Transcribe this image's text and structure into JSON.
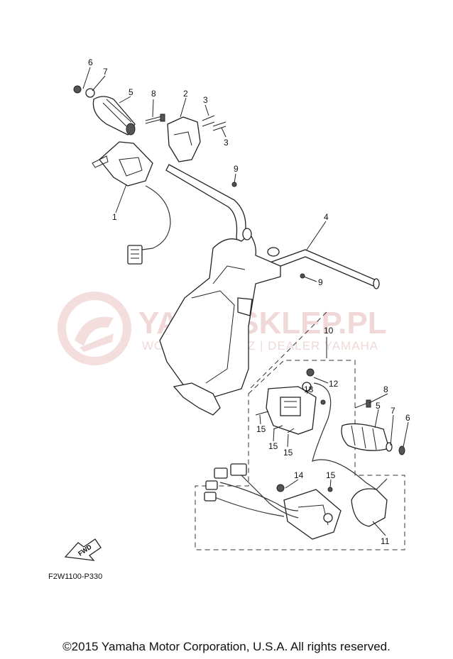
{
  "watermark": {
    "brand": "YAMA-SKLEP.PL",
    "dealer": "WOJCIECHOWICZ | DEALER YAMAHA"
  },
  "diagram_code": "F2W1100-P330",
  "fwd_label": "FWD",
  "copyright": "©2015 Yamaha Motor Corporation, U.S.A. All rights reserved.",
  "callouts": [
    "6",
    "7",
    "5",
    "8",
    "2",
    "3",
    "3",
    "9",
    "1",
    "4",
    "9",
    "10",
    "12",
    "13",
    "8",
    "5",
    "7",
    "6",
    "15",
    "15",
    "15",
    "14",
    "15",
    "11"
  ]
}
